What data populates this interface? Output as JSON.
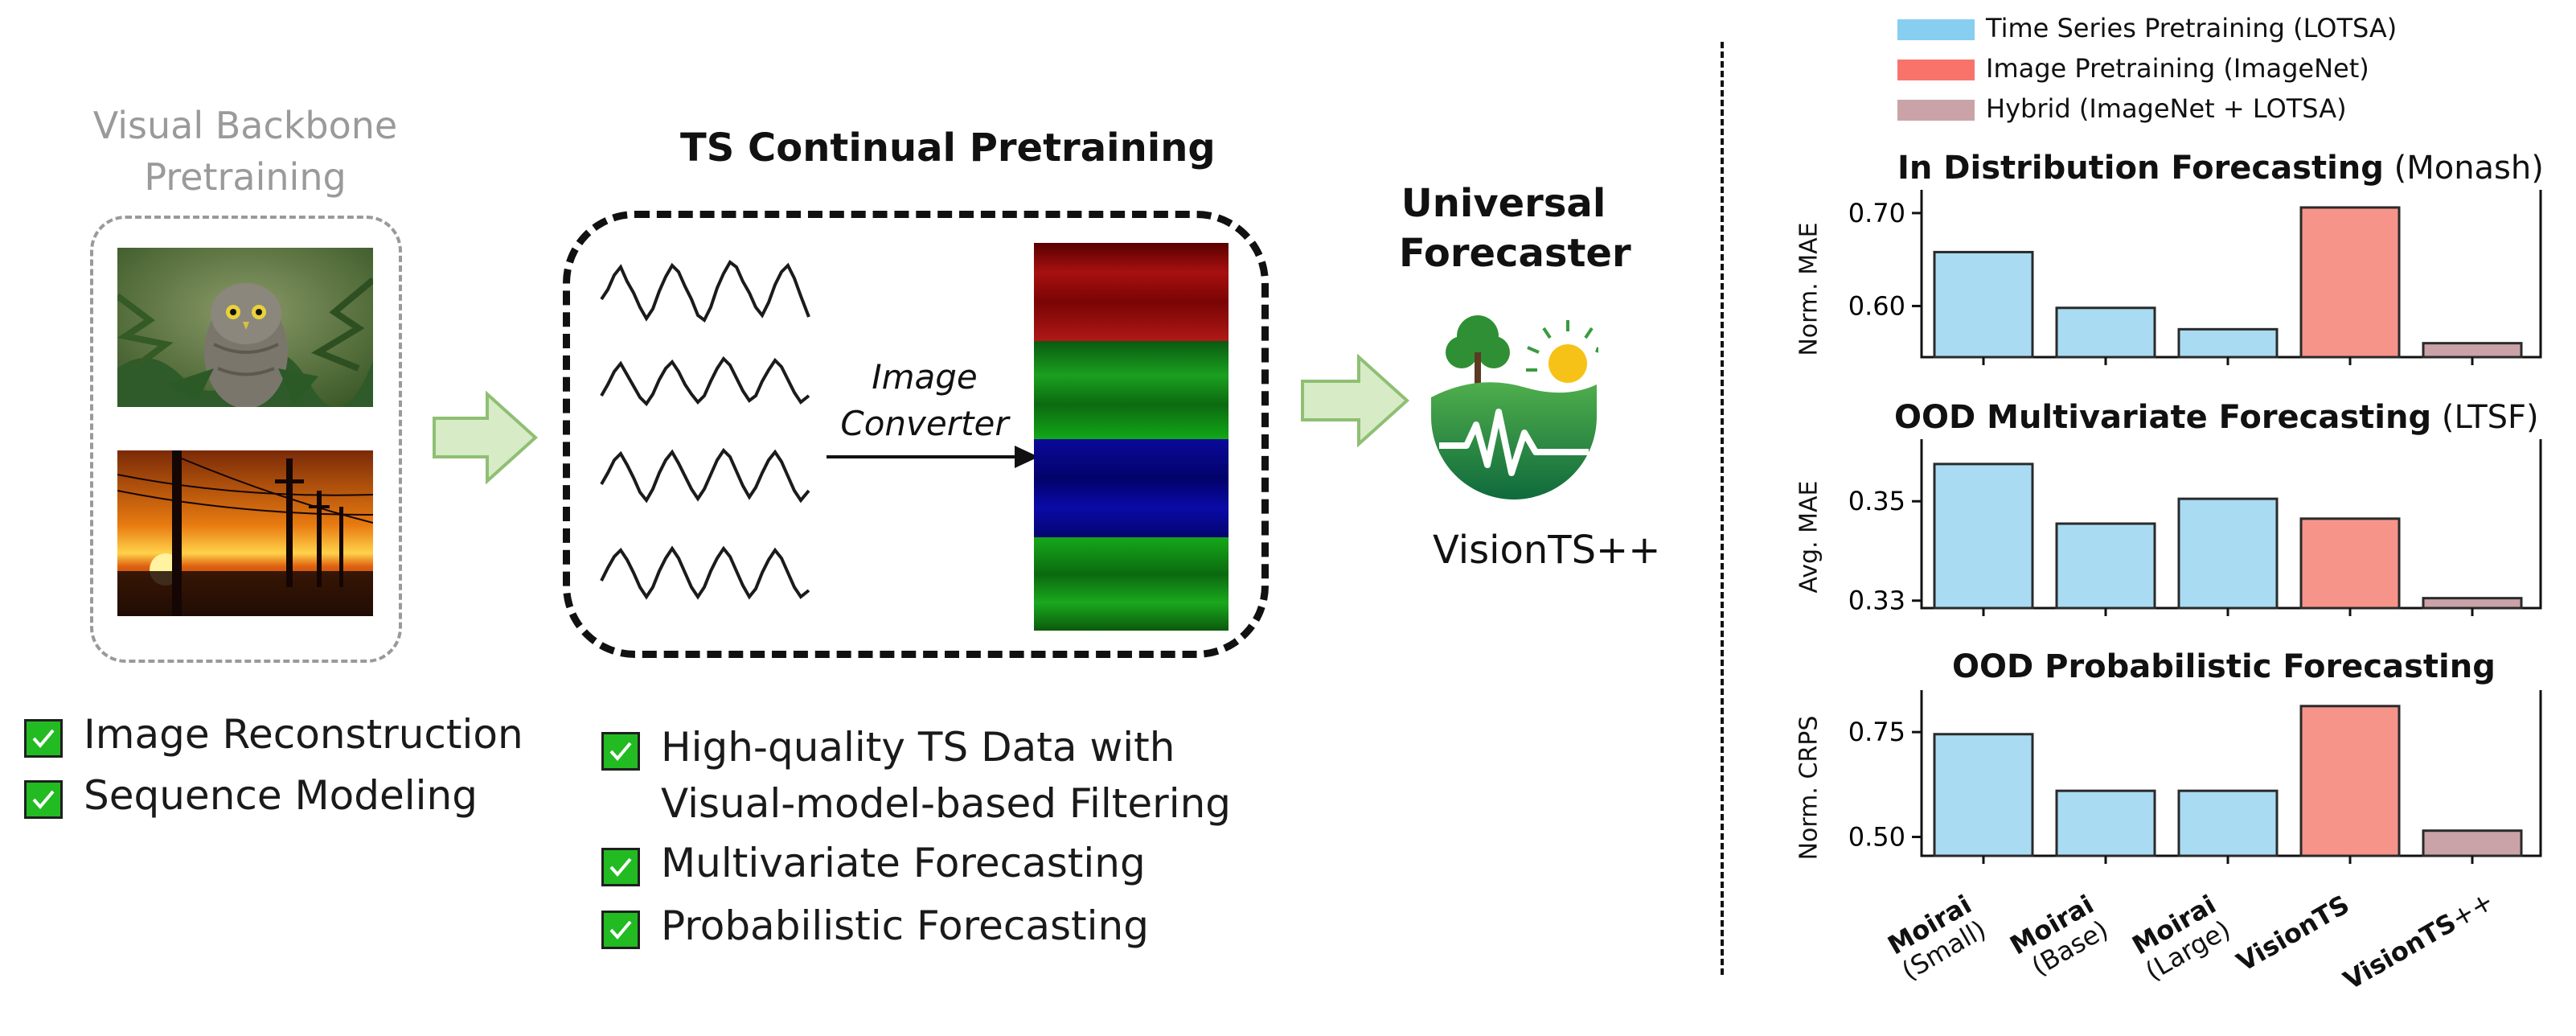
{
  "left": {
    "backbone_title_line1": "Visual Backbone",
    "backbone_title_line2": "Pretraining",
    "checks": [
      "Image Reconstruction",
      "Sequence Modeling"
    ]
  },
  "middle": {
    "title": "TS Continual Pretraining",
    "converter_line1": "Image",
    "converter_line2": "Converter",
    "checks": [
      "High-quality TS Data with",
      "Visual-model-based Filtering",
      "Multivariate Forecasting",
      "Probabilistic Forecasting"
    ]
  },
  "forecaster": {
    "title_line1": "Universal",
    "title_line2": "Forecaster",
    "name": "VisionTS++",
    "icon": "visionts-logo-icon"
  },
  "colors": {
    "ts": "#a9dcf2",
    "image": "#f7948a",
    "hybrid": "#c9a3a8",
    "arrow_fill": "#d6ebc6",
    "arrow_stroke": "#8fbf73",
    "check_green": "#22bb22"
  },
  "legend": [
    {
      "label": "Time Series Pretraining (LOTSA)",
      "color": "#87cef0"
    },
    {
      "label": "Image Pretraining (ImageNet)",
      "color": "#f87369"
    },
    {
      "label": "Hybrid (ImageNet + LOTSA)",
      "color": "#c9a3a8"
    }
  ],
  "chart_data": [
    {
      "type": "bar",
      "title_bold": "In Distribution Forecasting",
      "title_rest": " (Monash)",
      "ylabel": "Norm. MAE",
      "categories": [
        "Moirai (Small)",
        "Moirai (Base)",
        "Moirai (Large)",
        "VisionTS",
        "VisionTS++"
      ],
      "values": [
        0.658,
        0.598,
        0.575,
        0.706,
        0.56
      ],
      "ylim": [
        0.545,
        0.725
      ],
      "yticks": [
        0.6,
        0.7
      ],
      "ytick_labels": [
        "0.60",
        "0.70"
      ]
    },
    {
      "type": "bar",
      "title_bold": "OOD Multivariate Forecasting",
      "title_rest": " (LTSF)",
      "ylabel": "Avg. MAE",
      "categories": [
        "Moirai (Small)",
        "Moirai (Base)",
        "Moirai (Large)",
        "VisionTS",
        "VisionTS++"
      ],
      "values": [
        0.3575,
        0.3455,
        0.3505,
        0.3465,
        0.3305
      ],
      "ylim": [
        0.3285,
        0.3625
      ],
      "yticks": [
        0.33,
        0.35
      ],
      "ytick_labels": [
        "0.33",
        "0.35"
      ]
    },
    {
      "type": "bar",
      "title_bold": "OOD Probabilistic Forecasting",
      "title_rest": "",
      "ylabel": "Norm. CRPS",
      "categories": [
        "Moirai (Small)",
        "Moirai (Base)",
        "Moirai (Large)",
        "VisionTS",
        "VisionTS++"
      ],
      "values": [
        0.745,
        0.61,
        0.61,
        0.812,
        0.515
      ],
      "ylim": [
        0.455,
        0.85
      ],
      "yticks": [
        0.5,
        0.75
      ],
      "ytick_labels": [
        "0.50",
        "0.75"
      ]
    }
  ],
  "xticks": [
    {
      "bold": "Moirai",
      "rest": "(Small)"
    },
    {
      "bold": "Moirai",
      "rest": "(Base)"
    },
    {
      "bold": "Moirai",
      "rest": "(Large)"
    },
    {
      "bold": "VisionTS",
      "rest": ""
    },
    {
      "bold": "VisionTS",
      "rest": "++"
    }
  ]
}
